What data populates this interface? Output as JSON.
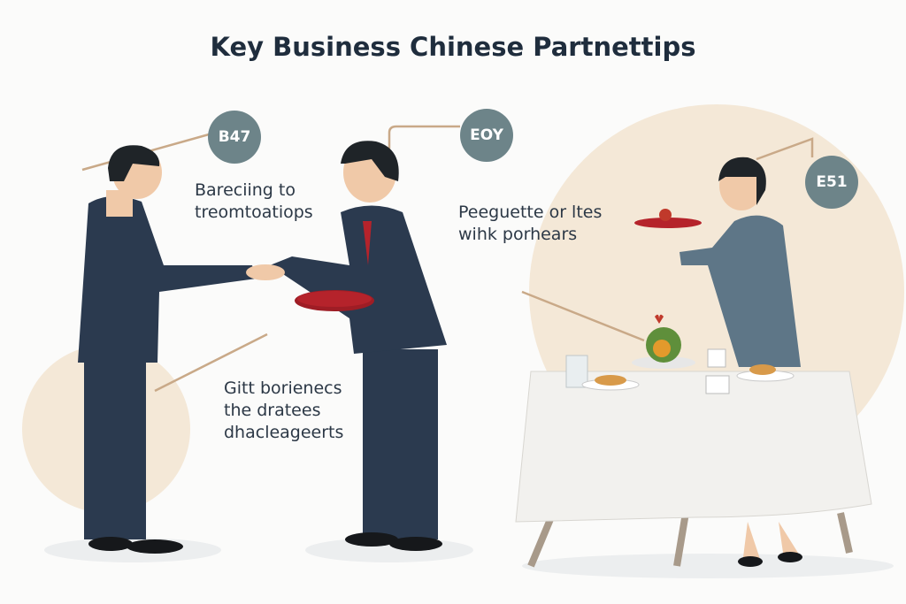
{
  "title": "Key Business Chinese Partnettips",
  "badges": [
    {
      "label": "B47"
    },
    {
      "label": "EOY"
    },
    {
      "label": "E51"
    }
  ],
  "notes": [
    {
      "lines": [
        "Bareciing to",
        "treomtoatiops"
      ]
    },
    {
      "lines": [
        "Peeguette or ltes",
        "wihk porhears"
      ]
    },
    {
      "lines": [
        "Gitt borienecs",
        "the dratees",
        "dhacleageerts"
      ]
    }
  ],
  "colors": {
    "badge": "#6d8489",
    "suit": "#2b3a4f",
    "accent": "#b5232b",
    "beige": "#f3e6d4",
    "line": "#c9a988"
  }
}
